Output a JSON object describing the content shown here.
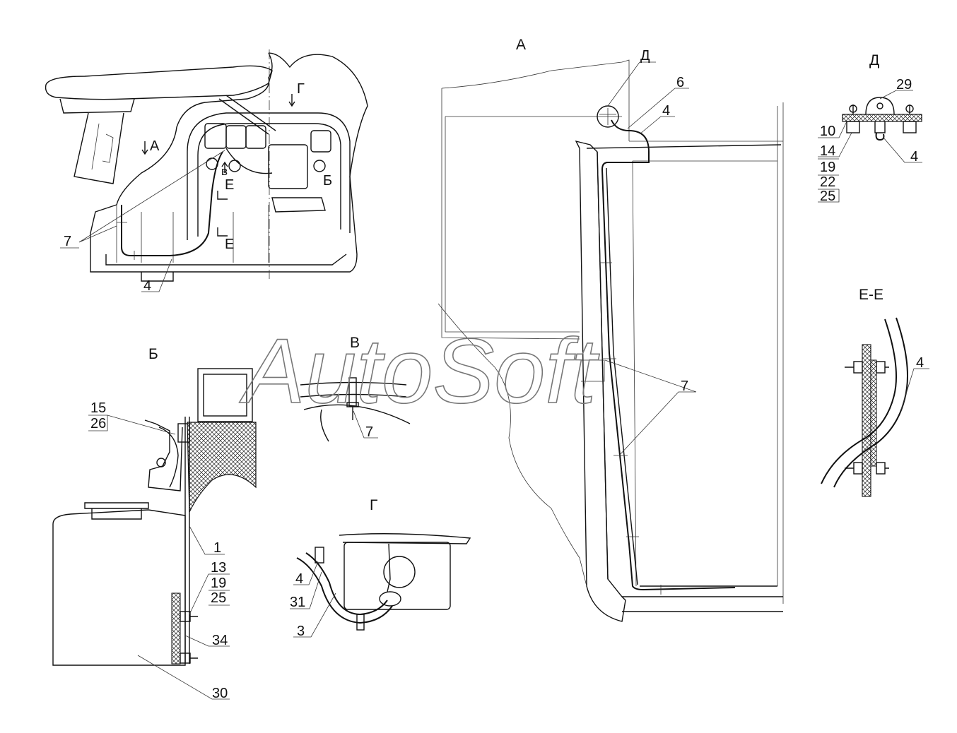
{
  "views": {
    "a": "А",
    "b": "Б",
    "v": "В",
    "g": "Г",
    "d": "Д",
    "ee": "Е-Е"
  },
  "watermark": "AutoSoft",
  "overview_marks": {
    "a": "А",
    "g": "Г",
    "v": "в",
    "b": "Б",
    "e1": "Е",
    "e2": "Е"
  },
  "callouts": {
    "p7_overview": "7",
    "p4_overview": "4",
    "p6_a": "6",
    "p4_a": "4",
    "p7_a": "7",
    "d_mark_a": "Д",
    "p29": "29",
    "p10": "10",
    "p14": "14",
    "p19_d": "19",
    "p22": "22",
    "p25_d": "25",
    "p4_d": "4",
    "p4_ee": "4",
    "p15": "15",
    "p26": "26",
    "p1": "1",
    "p13": "13",
    "p19_b": "19",
    "p25_b": "25",
    "p34": "34",
    "p30": "30",
    "p7_v": "7",
    "p4_g": "4",
    "p31": "31",
    "p3": "3"
  }
}
